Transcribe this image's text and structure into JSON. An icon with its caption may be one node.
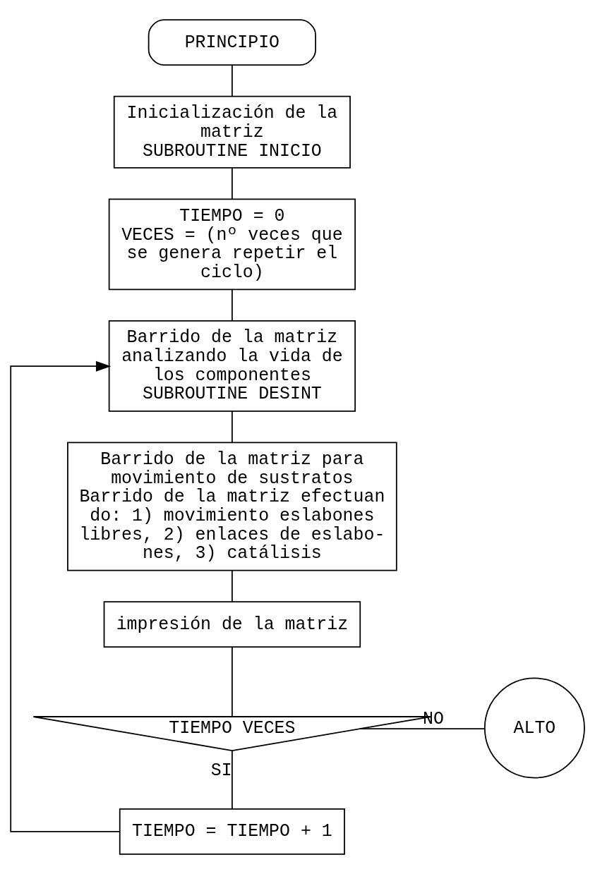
{
  "diagram": {
    "nodes": [
      {
        "text": [
          "PRINCIPIO"
        ]
      },
      {
        "text": [
          "Inicialización de la matriz",
          "SUBROUTINE INICIO"
        ]
      },
      {
        "text": [
          "TIEMPO = 0",
          "VECES = (nº veces que se genera repetir el ciclo)"
        ]
      },
      {
        "text": [
          "Barrido de la matriz analizando la vida de los componentes",
          "SUBROUTINE DESINT"
        ]
      },
      {
        "text": [
          "Barrido de la matriz para movimiento de sustratos",
          "Barrido de la matriz efectuan do: 1) movimiento eslabones libres, 2) enlaces de eslabo- nes, 3) catálisis"
        ]
      },
      {
        "text": [
          "impresión de la matriz"
        ]
      },
      {
        "text": [
          "TIEMPO VECES"
        ]
      },
      {
        "text": [
          "ALTO"
        ]
      },
      {
        "text": [
          "TIEMPO = TIEMPO + 1"
        ]
      }
    ],
    "edges": [
      {
        "from": 0,
        "to": 1,
        "arrow": "none"
      },
      {
        "from": 1,
        "to": 2,
        "arrow": "none"
      },
      {
        "from": 2,
        "to": 3,
        "arrow": "none"
      },
      {
        "from": 3,
        "to": 4,
        "arrow": "none"
      },
      {
        "from": 4,
        "to": 5,
        "arrow": "none"
      },
      {
        "from": 5,
        "to": 6,
        "arrow": "none"
      },
      {
        "from": 6,
        "to": 7,
        "arrow": "none",
        "label": "NO"
      },
      {
        "from": 6,
        "to": 8,
        "arrow": "none",
        "label": "SI"
      },
      {
        "from": 8,
        "to": 3,
        "arrow": "to"
      }
    ]
  }
}
